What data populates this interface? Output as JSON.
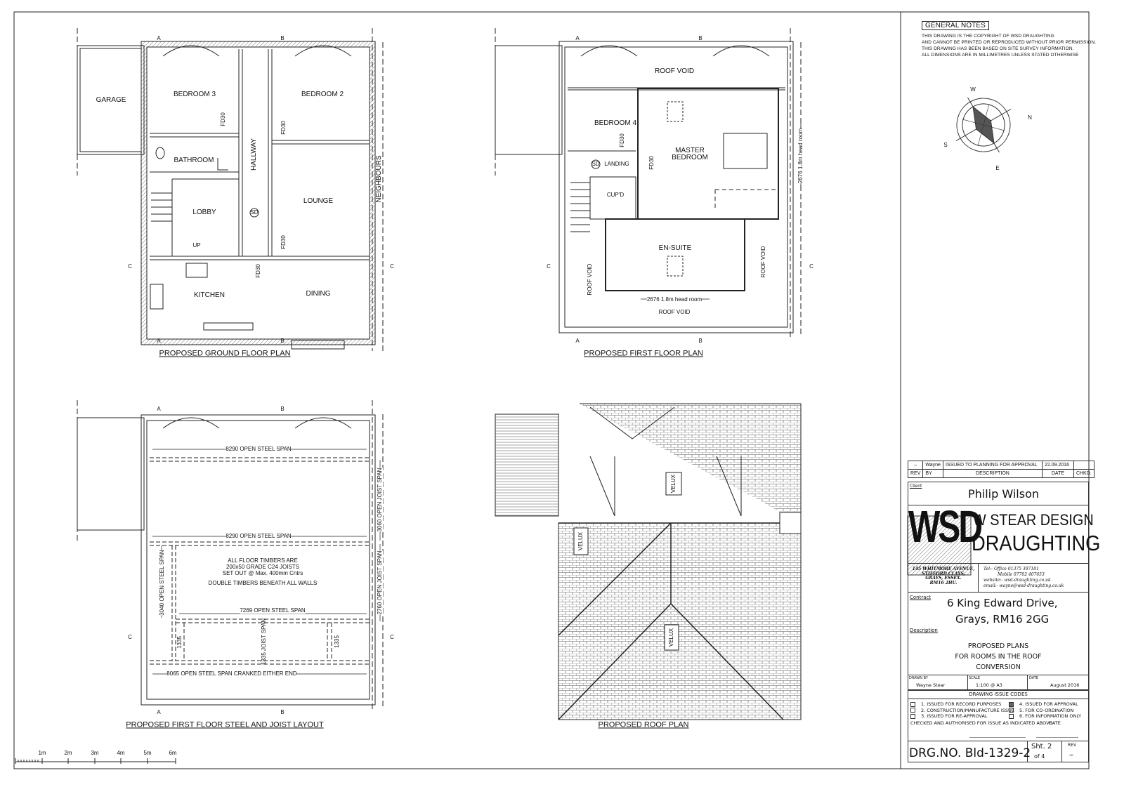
{
  "ground_floor": {
    "title": "PROPOSED GROUND FLOOR PLAN",
    "rooms": {
      "garage": "GARAGE",
      "bedroom3": "BEDROOM 3",
      "bedroom2": "BEDROOM 2",
      "bathroom": "BATHROOM",
      "hallway": "HALLWAY",
      "lobby": "LOBBY",
      "lounge": "LOUNGE",
      "kitchen": "KITCHEN",
      "dining": "DINING",
      "neighbours": "NEIGHBOURS"
    },
    "door_tags": [
      "FD30",
      "FD30",
      "FD30",
      "FD30"
    ],
    "up": "UP",
    "sd": "SD",
    "section_marks": [
      "A",
      "B",
      "A",
      "B",
      "C",
      "C"
    ]
  },
  "first_floor": {
    "title": "PROPOSED FIRST FLOOR PLAN",
    "rooms": {
      "roof_void_top": "ROOF VOID",
      "bedroom4": "BEDROOM 4",
      "master": "MASTER BEDROOM",
      "landing": "LANDING",
      "cupd": "CUP'D",
      "ensuite": "EN-SUITE",
      "roof_void_left": "ROOF VOID",
      "roof_void_right": "ROOF VOID",
      "roof_void_bottom": "ROOF VOID"
    },
    "door_tags": [
      "FD30",
      "FD30"
    ],
    "sd": "SD",
    "headroom_h": "2676 1.8m head room",
    "headroom_v": "2676 1.8m head room",
    "section_marks": [
      "A",
      "B",
      "A",
      "B",
      "C",
      "C"
    ]
  },
  "steel_layout": {
    "title": "PROPOSED FIRST FLOOR STEEL AND JOIST LAYOUT",
    "spans": [
      "8290 OPEN STEEL SPAN",
      "8290 OPEN STEEL SPAN",
      "7269 OPEN STEEL SPAN",
      "8065 OPEN STEEL SPAN CRANKED EITHER END"
    ],
    "vertical_spans": [
      "3060 OPEN JOIST SPAN",
      "2760 OPEN JOIST SPAN",
      "3040 OPEN STEEL SPAN",
      "1335",
      "1335 JOIST SPAN",
      "1335"
    ],
    "note": [
      "ALL FLOOR TIMBERS ARE",
      "200x50 GRADE C24 JOISTS",
      "SET OUT @ Max. 400mm Cntrs",
      "DOUBLE TIMBERS BENEATH ALL WALLS"
    ],
    "section_marks": [
      "A",
      "B",
      "A",
      "B",
      "C",
      "C"
    ]
  },
  "roof_plan": {
    "title": "PROPOSED ROOF PLAN",
    "velux": [
      "VELUX",
      "VELUX",
      "VELUX"
    ]
  },
  "scale_bar": {
    "ticks": [
      "1m",
      "2m",
      "3m",
      "4m",
      "5m",
      "6m"
    ]
  },
  "general_notes": {
    "heading": "GENERAL NOTES",
    "lines": [
      "THIS DRAWING IS THE COPYRIGHT OF WSD DRAUGHTING",
      "AND CANNOT BE PRINTED OR REPRODUCED WITHOUT PRIOR PERMISSION.",
      "THIS DRAWING HAS BEEN BASED ON SITE SURVEY INFORMATION.",
      "ALL DIMENSIONS ARE IN MILLIMETRES UNLESS STATED OTHERWISE"
    ]
  },
  "compass": {
    "n": "N",
    "e": "E",
    "s": "S",
    "w": "W"
  },
  "revisions": {
    "row": {
      "rev": "–",
      "by": "Wayne",
      "description": "ISSUED TO PLANNING FOR APPROVAL",
      "date": "22.09.2016",
      "chkd": ""
    },
    "headers": {
      "rev": "REV",
      "by": "BY",
      "description": "DESCRIPTION",
      "date": "DATE",
      "chkd": "CHKD."
    }
  },
  "title_block": {
    "client_label": "Client",
    "client": "Philip Wilson",
    "logo": "WSD",
    "company_line1": "W STEAR DESIGN",
    "company_line2": "DRAUGHTING",
    "address": [
      "145 WHITMORE AVENUE,",
      "STIFFORD CLAYS,",
      "GRAYS, ESSEX.",
      "RM16 2HU."
    ],
    "tel_label": "Tel:-",
    "office_label": "Office",
    "office": "01375 397181",
    "mobile_label": "Mobile",
    "mobile": "07702 407653",
    "website_label": "website:-",
    "website": "wsd-draughting.co.uk",
    "email_label": "email:-",
    "email": "wayne@wsd-draughting.co.uk",
    "contract_label": "Contract",
    "contract_line1": "6 King Edward Drive,",
    "contract_line2": "Grays, RM16 2GG",
    "description_label": "Description",
    "description": [
      "PROPOSED PLANS",
      "FOR ROOMS IN THE ROOF",
      "CONVERSION"
    ],
    "drawn_by_label": "DRAWN BY",
    "drawn_by": "Wayne Stear",
    "scale_label": "SCALE",
    "scale": "1:100 @ A3",
    "date_label": "DATE",
    "date": "August 2016",
    "issue_codes_heading": "DRAWING ISSUE CODES",
    "issue_codes": [
      {
        "label": "1. ISSUED FOR RECORD PURPOSES",
        "checked": false
      },
      {
        "label": "2. CONSTRUCTION/MANUFACTURE ISSUE",
        "checked": false
      },
      {
        "label": "3. ISSUED FOR RE-APPROVAL",
        "checked": false
      },
      {
        "label": "4. ISSUED FOR APPROVAL",
        "checked": true
      },
      {
        "label": "5. FOR CO-ORDINATION",
        "checked": false
      },
      {
        "label": "6. FOR INFORMATION ONLY",
        "checked": false
      }
    ],
    "checked_text": "CHECKED AND AUTHORISED FOR ISSUE AS INDICATED ABOVE",
    "checked_date_label": "DATE",
    "drg_no": "DRG.NO. Bld-1329-2",
    "sheet": "Sht. 2",
    "of": "of 4",
    "rev_label": "REV",
    "rev_value": "–"
  }
}
